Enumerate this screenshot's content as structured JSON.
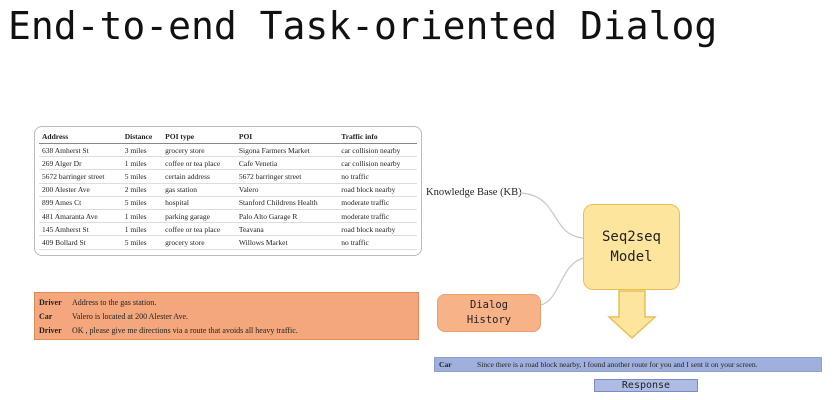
{
  "title": "End-to-end Task-oriented Dialog",
  "knowledge_base": {
    "label": "Knowledge Base (KB)",
    "columns": [
      "Address",
      "Distance",
      "POI type",
      "POI",
      "Traffic info"
    ],
    "rows": [
      [
        "638 Amherst St",
        "3 miles",
        "grocery store",
        "Sigona Farmers Market",
        "car collision nearby"
      ],
      [
        "269 Alger Dr",
        "1 miles",
        "coffee or tea place",
        "Cafe Venetia",
        "car collision nearby"
      ],
      [
        "5672 barringer street",
        "5 miles",
        "certain address",
        "5672 barringer street",
        "no traffic"
      ],
      [
        "200 Alester Ave",
        "2 miles",
        "gas station",
        "Valero",
        "road block nearby"
      ],
      [
        "899 Ames Ct",
        "5 miles",
        "hospital",
        "Stanford Childrens Health",
        "moderate traffic"
      ],
      [
        "481 Amaranta Ave",
        "1 miles",
        "parking garage",
        "Palo Alto Garage R",
        "moderate traffic"
      ],
      [
        "145 Amherst St",
        "1 miles",
        "coffee or tea place",
        "Teavana",
        "road block nearby"
      ],
      [
        "409 Bollard St",
        "5 miles",
        "grocery store",
        "Willows Market",
        "no traffic"
      ]
    ]
  },
  "dialog": [
    {
      "speaker": "Driver",
      "text": "Address to the gas station."
    },
    {
      "speaker": "Car",
      "text": "Valero is located at 200 Alester Ave."
    },
    {
      "speaker": "Driver",
      "text": "OK , please give me directions via a route that avoids all heavy traffic."
    }
  ],
  "dialog_history": {
    "line1": "Dialog",
    "line2": "History"
  },
  "model": {
    "line1": "Seq2seq",
    "line2": "Model"
  },
  "response": {
    "speaker": "Car",
    "text": "Since there is a road block nearby, I found another route for  you and I sent it on your screen.",
    "label": "Response"
  },
  "colors": {
    "dialog_fill": "#f4a77c",
    "history_fill": "#f7b288",
    "model_fill": "#fde59d",
    "model_border": "#e9be55",
    "response_fill": "#9fb0dd"
  }
}
